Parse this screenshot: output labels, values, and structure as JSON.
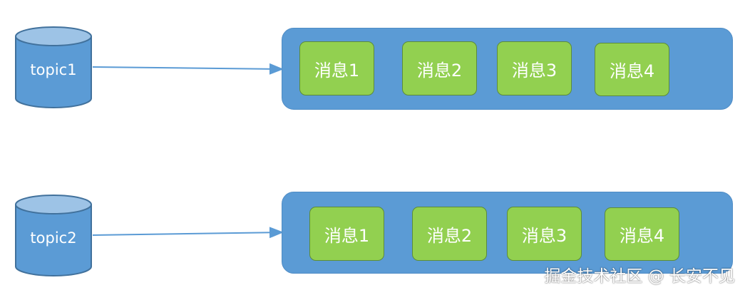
{
  "topics": [
    {
      "label": "topic1",
      "messages": [
        "消息1",
        "消息2",
        "消息3",
        "消息4"
      ]
    },
    {
      "label": "topic2",
      "messages": [
        "消息1",
        "消息2",
        "消息3",
        "消息4"
      ]
    }
  ],
  "watermark": "掘金技术社区 @ 长安不见",
  "colors": {
    "cylinder_fill": "#5b9bd5",
    "cylinder_top": "#9dc3e6",
    "cylinder_stroke": "#41719c",
    "queue_fill": "#5b9bd5",
    "message_fill": "#92d050",
    "message_border": "#5c8c3a",
    "arrow": "#5b9bd5"
  }
}
